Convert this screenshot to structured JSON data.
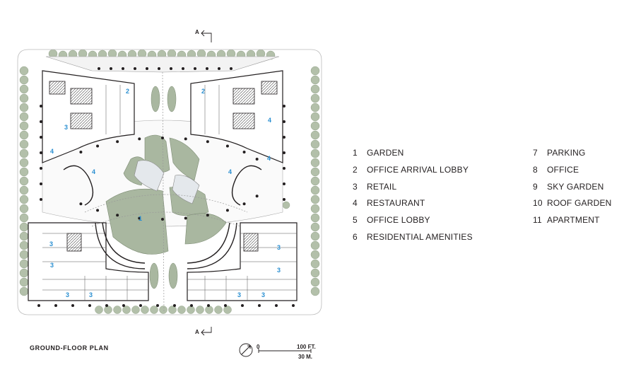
{
  "legend": [
    {
      "num": "1",
      "label": "GARDEN"
    },
    {
      "num": "2",
      "label": "OFFICE ARRIVAL LOBBY"
    },
    {
      "num": "3",
      "label": "RETAIL"
    },
    {
      "num": "4",
      "label": "RESTAURANT"
    },
    {
      "num": "5",
      "label": "OFFICE LOBBY"
    },
    {
      "num": "6",
      "label": "RESIDENTIAL AMENITIES"
    },
    {
      "num": "7",
      "label": "PARKING"
    },
    {
      "num": "8",
      "label": "OFFICE"
    },
    {
      "num": "9",
      "label": "SKY GARDEN"
    },
    {
      "num": "10",
      "label": "ROOF GARDEN"
    },
    {
      "num": "11",
      "label": "APARTMENT"
    }
  ],
  "caption": "GROUND-FLOOR PLAN",
  "section_marker": {
    "label": "A"
  },
  "scale": {
    "zero": "0",
    "ft": "100 FT.",
    "m": "30 M."
  },
  "room_labels": {
    "one": "1",
    "two": "2",
    "three": "3",
    "four": "4"
  },
  "colors": {
    "accent": "#2a8fd1",
    "vegetation": "#a9b7a0",
    "ink": "#231f20"
  }
}
